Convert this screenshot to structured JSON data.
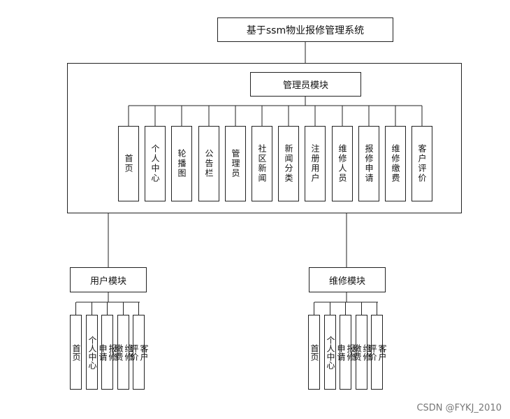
{
  "root": {
    "title": "基于ssm物业报修管理系统"
  },
  "admin": {
    "title": "管理员模块",
    "items": [
      "首页",
      "个人中心",
      "轮播图",
      "公告栏",
      "管理员",
      "社区新闻",
      "新闻分类",
      "注册用户",
      "维修人员",
      "报修申请",
      "维修缴费",
      "客户评价"
    ]
  },
  "user": {
    "title": "用户模块",
    "items": [
      [
        "首页"
      ],
      [
        "个人中心"
      ],
      [
        "报修",
        "申请"
      ],
      [
        "维修",
        "缴费"
      ],
      [
        "客户",
        "评价"
      ]
    ]
  },
  "repair": {
    "title": "维修模块",
    "items": [
      [
        "首页"
      ],
      [
        "个人中心"
      ],
      [
        "报修",
        "申请"
      ],
      [
        "维修",
        "缴费"
      ],
      [
        "客户",
        "评价"
      ]
    ]
  },
  "watermark": "CSDN @FYKJ_2010"
}
